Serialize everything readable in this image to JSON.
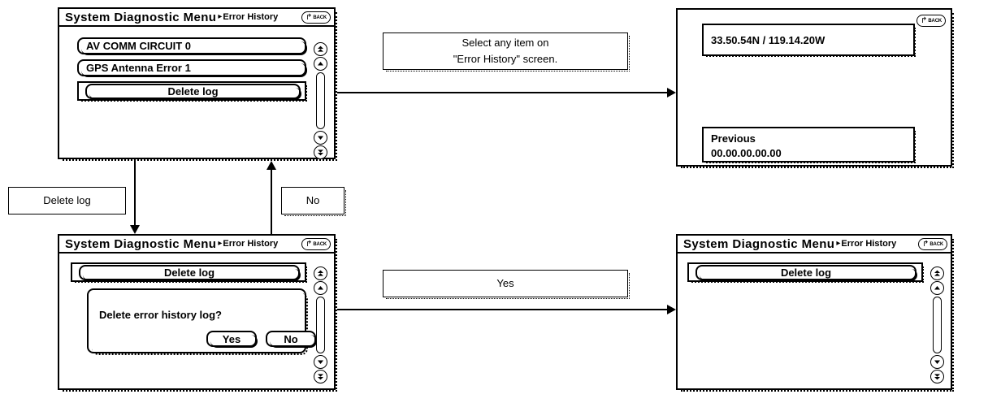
{
  "screens": {
    "error_history": {
      "title_main": "System Diagnostic Menu",
      "title_sep": "▸",
      "title_sub": "Error History",
      "back_label": "BACK",
      "back_glyph": "↰",
      "items": [
        {
          "label": "AV COMM CIRCUIT 0"
        },
        {
          "label": "GPS Antenna Error 1"
        }
      ],
      "delete_log_label": "Delete log"
    },
    "detail": {
      "back_label": "BACK",
      "back_glyph": "↰",
      "coordinates": "33.50.54N / 119.14.20W",
      "previous_label": "Previous",
      "previous_value": "00.00.00.00.00"
    },
    "confirm": {
      "title_main": "System Diagnostic Menu",
      "title_sep": "▸",
      "title_sub": "Error History",
      "back_label": "BACK",
      "back_glyph": "↰",
      "delete_log_label": "Delete log",
      "dialog": {
        "message": "Delete error history log?",
        "yes_label": "Yes",
        "no_label": "No"
      }
    },
    "cleared": {
      "title_main": "System Diagnostic Menu",
      "title_sep": "▸",
      "title_sub": "Error History",
      "back_label": "BACK",
      "back_glyph": "↰",
      "delete_log_label": "Delete log"
    }
  },
  "scrollbar": {
    "top_label": "scroll-to-top",
    "up_label": "scroll-up",
    "down_label": "scroll-down",
    "bottom_label": "scroll-to-bottom"
  },
  "callouts": {
    "select_item_line1": "Select any item on",
    "select_item_line2": "\"Error History\" screen.",
    "delete_log": "Delete log",
    "no": "No",
    "yes": "Yes"
  }
}
